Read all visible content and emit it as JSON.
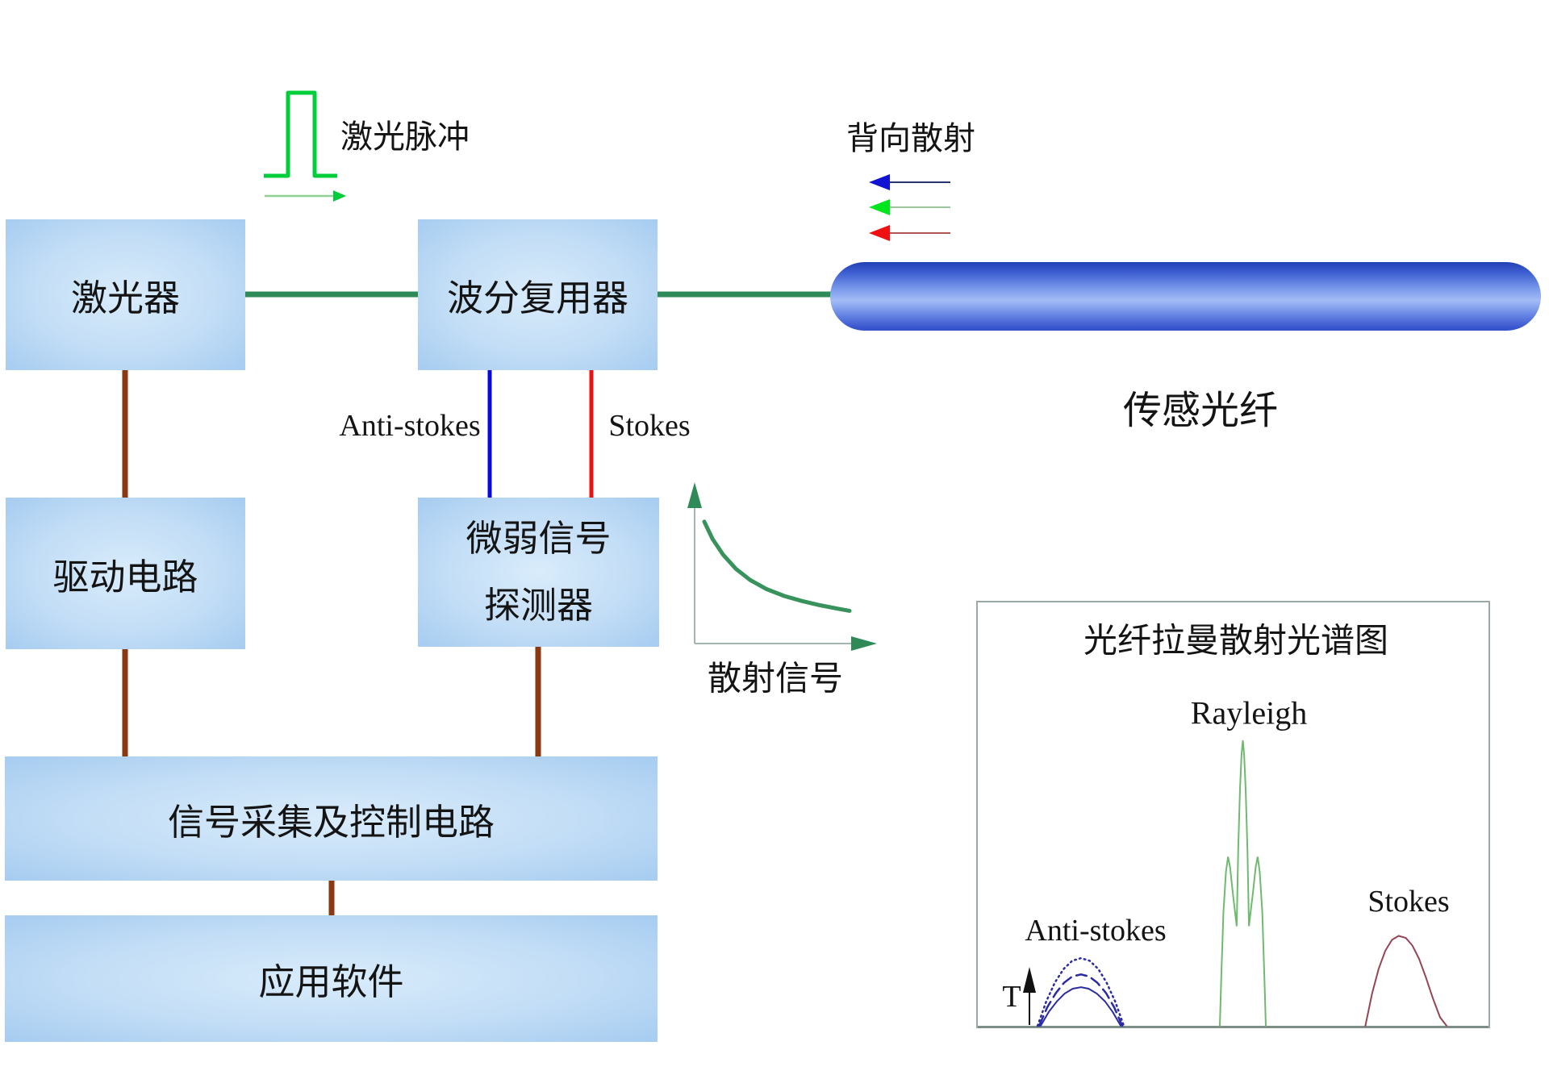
{
  "diagram": {
    "boxes": {
      "laser": "激光器",
      "wdm": "波分复用器",
      "driver": "驱动电路",
      "detector_line1": "微弱信号",
      "detector_line2": "探测器",
      "daq": "信号采集及控制电路",
      "software": "应用软件"
    },
    "labels": {
      "laser_pulse": "激光脉冲",
      "backscatter": "背向散射",
      "sensing_fiber": "传感光纤",
      "anti_stokes": "Anti-stokes",
      "stokes": "Stokes",
      "scatter_signal": "散射信号"
    },
    "colors": {
      "box_fill_center": "#d9ecfb",
      "box_fill_edge": "#a6ccf0",
      "connector_green": "#2e8b57",
      "connector_brown": "#8a3a12",
      "anti_stokes_line": "#0808dc",
      "stokes_line": "#e81414",
      "pulse_green": "#00cd3a",
      "fiber_blue": "#3a56ce"
    }
  },
  "chart_data": [
    {
      "type": "line",
      "title": "光纤拉曼散射光谱图",
      "xlabel": "",
      "ylabel": "",
      "grid": false,
      "annotations": {
        "rayleigh": "Rayleigh",
        "anti_stokes": "Anti-stokes",
        "stokes": "Stokes",
        "temperature_axis": "T"
      },
      "series": [
        {
          "name": "anti-stokes-low-T",
          "style": "solid",
          "color": "#2b2ba2",
          "width": 2,
          "points": [
            [
              0.123,
              0
            ],
            [
              0.139,
              0.049
            ],
            [
              0.155,
              0.086
            ],
            [
              0.17,
              0.113
            ],
            [
              0.186,
              0.13
            ],
            [
              0.202,
              0.135
            ],
            [
              0.217,
              0.13
            ],
            [
              0.233,
              0.113
            ],
            [
              0.249,
              0.086
            ],
            [
              0.264,
              0.049
            ],
            [
              0.28,
              0
            ]
          ]
        },
        {
          "name": "anti-stokes-mid-T",
          "style": "dashed",
          "color": "#2b2ba2",
          "width": 2.5,
          "points": [
            [
              0.12,
              0
            ],
            [
              0.136,
              0.065
            ],
            [
              0.153,
              0.115
            ],
            [
              0.169,
              0.151
            ],
            [
              0.185,
              0.173
            ],
            [
              0.202,
              0.18
            ],
            [
              0.218,
              0.173
            ],
            [
              0.234,
              0.151
            ],
            [
              0.251,
              0.115
            ],
            [
              0.267,
              0.065
            ],
            [
              0.283,
              0
            ]
          ]
        },
        {
          "name": "anti-stokes-high-T",
          "style": "dotted",
          "color": "#2b2ba2",
          "width": 2.5,
          "points": [
            [
              0.117,
              0
            ],
            [
              0.134,
              0.085
            ],
            [
              0.151,
              0.152
            ],
            [
              0.168,
              0.199
            ],
            [
              0.185,
              0.228
            ],
            [
              0.202,
              0.237
            ],
            [
              0.219,
              0.228
            ],
            [
              0.236,
              0.199
            ],
            [
              0.252,
              0.152
            ],
            [
              0.269,
              0.085
            ],
            [
              0.286,
              0
            ]
          ]
        },
        {
          "name": "rayleigh",
          "style": "solid",
          "color": "#6fba6f",
          "width": 2,
          "points": [
            [
              0.474,
              0
            ],
            [
              0.477,
              0.18
            ],
            [
              0.481,
              0.4
            ],
            [
              0.486,
              0.54
            ],
            [
              0.49,
              0.592
            ],
            [
              0.494,
              0.555
            ],
            [
              0.499,
              0.47
            ],
            [
              0.504,
              0.395
            ],
            [
              0.507,
              0.349
            ],
            [
              0.51,
              0.62
            ],
            [
              0.5135,
              0.83
            ],
            [
              0.5165,
              0.95
            ],
            [
              0.519,
              1.0
            ],
            [
              0.5215,
              0.95
            ],
            [
              0.5245,
              0.83
            ],
            [
              0.528,
              0.62
            ],
            [
              0.531,
              0.349
            ],
            [
              0.534,
              0.395
            ],
            [
              0.539,
              0.47
            ],
            [
              0.544,
              0.555
            ],
            [
              0.548,
              0.592
            ],
            [
              0.552,
              0.54
            ],
            [
              0.557,
              0.4
            ],
            [
              0.561,
              0.18
            ],
            [
              0.564,
              0
            ]
          ]
        },
        {
          "name": "stokes",
          "style": "solid",
          "color": "#954656",
          "width": 2,
          "points": [
            [
              0.759,
              0
            ],
            [
              0.772,
              0.113
            ],
            [
              0.785,
              0.2
            ],
            [
              0.798,
              0.263
            ],
            [
              0.811,
              0.301
            ],
            [
              0.824,
              0.315
            ],
            [
              0.838,
              0.308
            ],
            [
              0.851,
              0.281
            ],
            [
              0.864,
              0.235
            ],
            [
              0.877,
              0.172
            ],
            [
              0.891,
              0.097
            ],
            [
              0.905,
              0.03
            ],
            [
              0.918,
              0
            ]
          ]
        }
      ]
    },
    {
      "type": "line",
      "title": "",
      "xlabel": "散射信号",
      "ylabel": "",
      "series": [
        {
          "name": "backscatter-decay",
          "style": "solid",
          "color": "#37925c",
          "width": 5,
          "points": [
            [
              0.054,
              0.763
            ],
            [
              0.1,
              0.655
            ],
            [
              0.16,
              0.555
            ],
            [
              0.23,
              0.468
            ],
            [
              0.31,
              0.398
            ],
            [
              0.4,
              0.342
            ],
            [
              0.5,
              0.298
            ],
            [
              0.6,
              0.266
            ],
            [
              0.7,
              0.24
            ],
            [
              0.8,
              0.218
            ],
            [
              0.865,
              0.205
            ]
          ]
        }
      ]
    }
  ]
}
